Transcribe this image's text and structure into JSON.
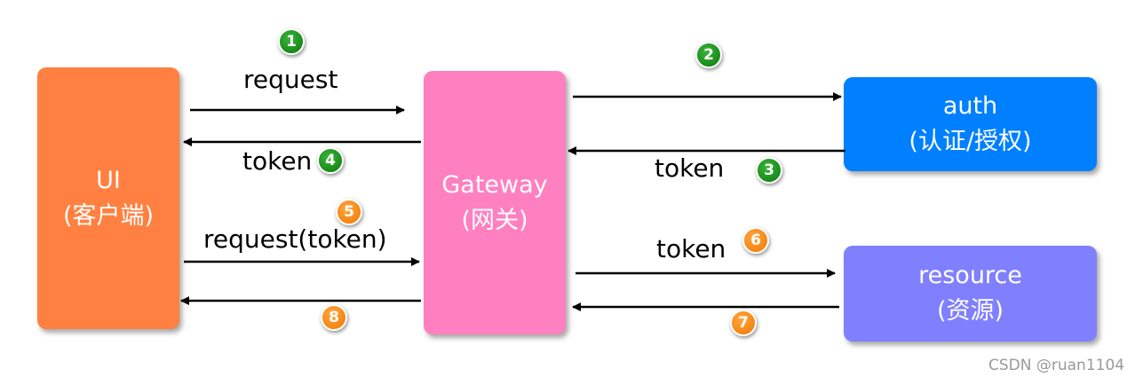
{
  "nodes": {
    "ui": {
      "line1": "UI",
      "line2": "(客户端)",
      "color": "#ff8040"
    },
    "gateway": {
      "line1": "Gateway",
      "line2": "(网关)",
      "color": "#ff80c0"
    },
    "auth": {
      "line1": "auth",
      "line2": "(认证/授权)",
      "color": "#0080ff"
    },
    "resource": {
      "line1": "resource",
      "line2": "(资源)",
      "color": "#8080ff"
    }
  },
  "labels": {
    "request": "request",
    "token_to_ui": "token",
    "token_from_auth": "token",
    "request_token": "request(token)",
    "token_to_resource": "token"
  },
  "steps": [
    "1",
    "2",
    "3",
    "4",
    "5",
    "6",
    "7",
    "8"
  ],
  "step_colors": {
    "green": "#119911",
    "orange": "#f58a0b"
  },
  "watermark": "CSDN @ruan1104"
}
